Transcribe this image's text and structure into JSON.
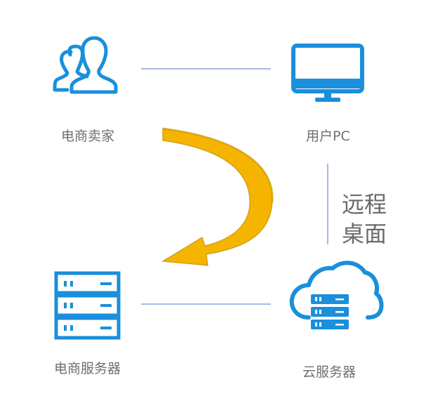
{
  "nodes": {
    "seller": {
      "label": "电商卖家",
      "icon": "users-icon"
    },
    "user_pc": {
      "label": "用户PC",
      "icon": "monitor-icon"
    },
    "ecommerce_server": {
      "label": "电商服务器",
      "icon": "server-rack-icon"
    },
    "cloud_server": {
      "label": "云服务器",
      "icon": "cloud-server-icon"
    }
  },
  "remote_desktop": {
    "line1": "远程",
    "line2": "桌面"
  },
  "colors": {
    "icon_blue": "#1a8fdc",
    "connector": "#7b8fd6",
    "arrow_gold": "#f5b400",
    "arrow_gold_dark": "#c99a10",
    "label_gray": "#6f6f6f"
  }
}
